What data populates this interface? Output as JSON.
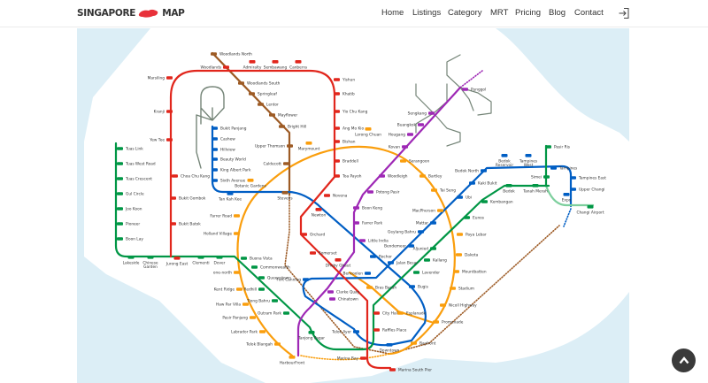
{
  "header": {
    "logo_left": "SINGAPORE",
    "logo_right": "MAP",
    "nav": [
      "Home",
      "Listings",
      "Category",
      "MRT",
      "Pricing",
      "Blog",
      "Contact"
    ],
    "login_icon": "sign-in-icon"
  },
  "colors": {
    "ns_line": "#e1261c",
    "ew_line": "#009645",
    "ne_line": "#9e28b5",
    "cc_line": "#fa9e0d",
    "dt_line": "#005ec4",
    "te_line": "#9d5b25",
    "lrt": "#748477",
    "sea": "#dceef6",
    "logo_accent": "#e8313a"
  },
  "map": {
    "stations": [
      "Woodlands North",
      "Woodlands",
      "Admiralty",
      "Sembawang",
      "Canberra",
      "Yishun",
      "Khatib",
      "Yio Chu Kang",
      "Ang Mo Kio",
      "Bishan",
      "Braddell",
      "Toa Payoh",
      "Novena",
      "Newton",
      "Orchard",
      "Somerset",
      "Dhoby Ghaut",
      "City Hall",
      "Raffles Place",
      "Marina Bay",
      "Marina South Pier",
      "Marsiling",
      "Kranji",
      "Yew Tee",
      "Choa Chu Kang",
      "Bukit Gombok",
      "Bukit Batok",
      "Jurong East",
      "Woodlands South",
      "Springleaf",
      "Lentor",
      "Mayflower",
      "Bright Hill",
      "Upper Thomson",
      "Caldecott",
      "Stevens",
      "Bukit Panjang",
      "Cashew",
      "Hillview",
      "Beauty World",
      "King Albert Park",
      "Sixth Avenue",
      "Tan Kah Kee",
      "Botanic Gardens",
      "Tuas Link",
      "Tuas West Road",
      "Tuas Crescent",
      "Gul Circle",
      "Joo Koon",
      "Pioneer",
      "Boon Lay",
      "Lakeside",
      "Chinese Garden",
      "Clementi",
      "Dover",
      "Buona Vista",
      "Commonwealth",
      "Queenstown",
      "Redhill",
      "Tiong Bahru",
      "Outram Park",
      "Tanjong Pagar",
      "Farrer Road",
      "Holland Village",
      "one-north",
      "Kent Ridge",
      "Haw Par Villa",
      "Pasir Panjang",
      "Labrador Park",
      "Telok Blangah",
      "HarbourFront",
      "Marymount",
      "Lorong Chuan",
      "Serangoon",
      "Bartley",
      "Tai Seng",
      "MacPherson",
      "Paya Lebar",
      "Dakota",
      "Mountbatten",
      "Stadium",
      "Nicoll Highway",
      "Promenade",
      "Esplanade",
      "Bras Basah",
      "Bayfront",
      "Punggol",
      "Sengkang",
      "Buangkok",
      "Hougang",
      "Kovan",
      "Woodleigh",
      "Potong Pasir",
      "Boon Keng",
      "Farrer Park",
      "Little India",
      "Clarke Quay",
      "Chinatown",
      "Rochor",
      "Bugis",
      "Jalan Besar",
      "Bendemeer",
      "Geylang Bahru",
      "Mattar",
      "Ubi",
      "Kaki Bukit",
      "Bedok North",
      "Bedok Reservoir",
      "Tampines West",
      "Tampines",
      "Tampines East",
      "Upper Changi",
      "Expo",
      "Downtown",
      "Telok Ayer",
      "Fort Canning",
      "Bencoolen",
      "Lavender",
      "Kallang",
      "Aljunied",
      "Eunos",
      "Kembangan",
      "Bedok",
      "Tanah Merah",
      "Simei",
      "Pasir Ris",
      "Changi Airport"
    ]
  }
}
